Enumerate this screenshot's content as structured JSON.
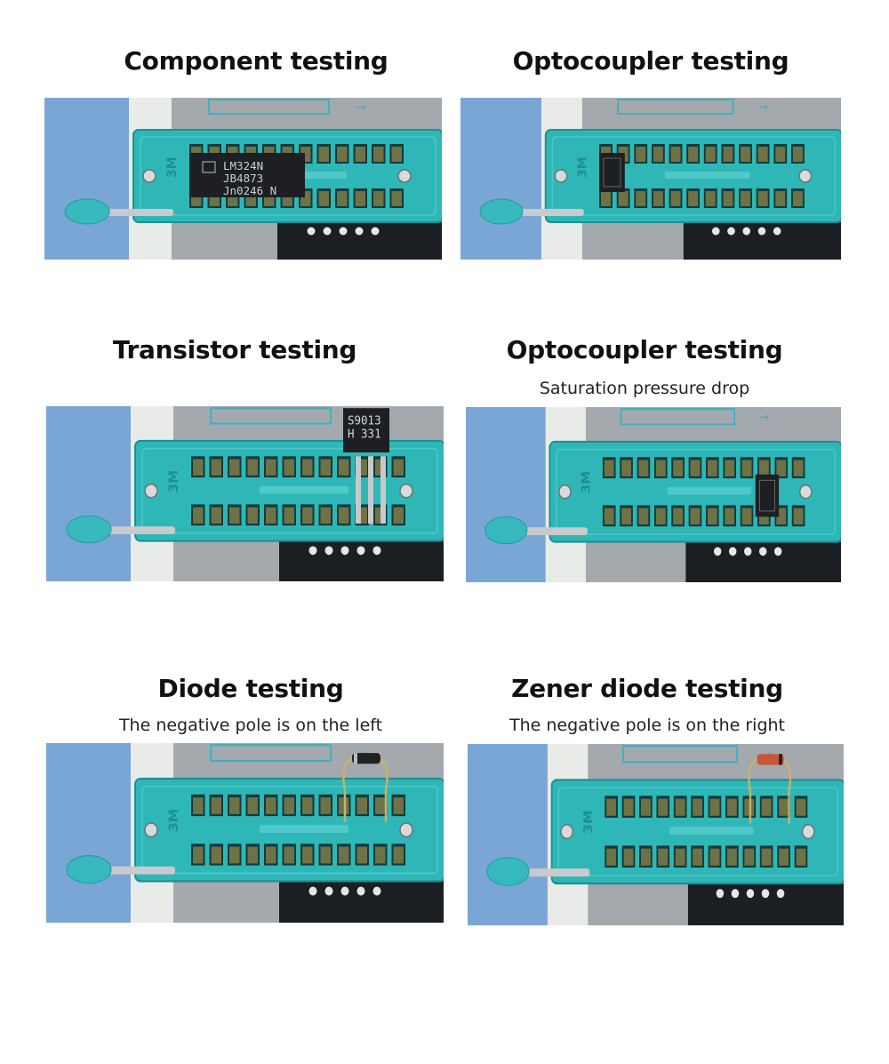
{
  "panels": [
    {
      "title": "Component testing",
      "subtitle": "",
      "component": "ic-chip",
      "chip_lines": [
        "LM324N",
        "JB4873",
        "Jn0246  N"
      ]
    },
    {
      "title": "Optocoupler testing",
      "subtitle": "",
      "component": "optocoupler-left",
      "chip_lines": []
    },
    {
      "title": "Transistor testing",
      "subtitle": "",
      "component": "transistor",
      "chip_lines": [
        "S9013",
        "H 331"
      ]
    },
    {
      "title": "Optocoupler testing",
      "subtitle": "Saturation pressure drop",
      "component": "optocoupler-right",
      "chip_lines": []
    },
    {
      "title": "Diode testing",
      "subtitle": "The negative pole is on the left",
      "component": "diode",
      "chip_lines": []
    },
    {
      "title": "Zener diode testing",
      "subtitle": "The negative pole is on the right",
      "component": "zener-diode",
      "chip_lines": []
    }
  ],
  "socket": {
    "brand_mark": "3M"
  },
  "colors": {
    "socket": "#2fb7b7",
    "socket_dark": "#1f8f92",
    "board": "#a4a9ae",
    "background_blue": "#7aa6d6",
    "handle": "#37b9bd"
  }
}
